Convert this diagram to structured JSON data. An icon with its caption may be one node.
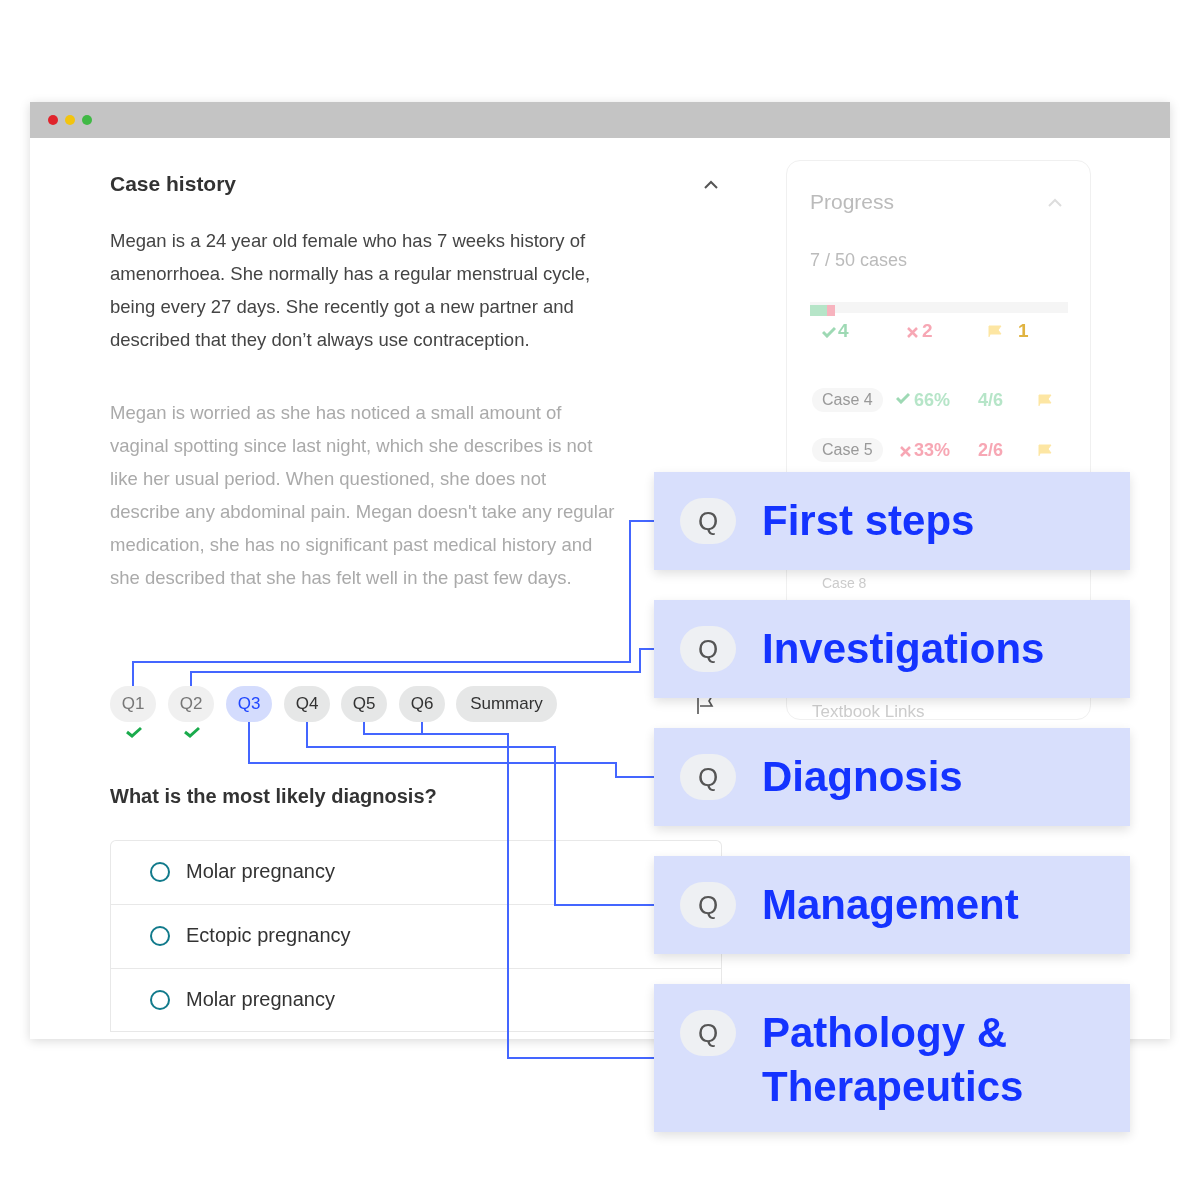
{
  "diagram": {
    "nodes": [
      {
        "text": [
          "Q1"
        ]
      },
      {
        "text": [
          "Q2"
        ]
      },
      {
        "text": [
          "Q3"
        ]
      },
      {
        "text": [
          "Q4"
        ]
      },
      {
        "text": [
          "Q5"
        ]
      },
      {
        "text": [
          "Q6"
        ]
      },
      {
        "text": [
          "Summary"
        ]
      },
      {
        "text": [
          "Q",
          "First steps"
        ]
      },
      {
        "text": [
          "Q",
          "Investigations"
        ]
      },
      {
        "text": [
          "Q",
          "Diagnosis"
        ]
      },
      {
        "text": [
          "Q",
          "Management"
        ]
      },
      {
        "text": [
          "Q",
          "Pathology & Therapeutics"
        ]
      }
    ],
    "edges": [
      {
        "from": 0,
        "to": 7,
        "arrow": "none"
      },
      {
        "from": 1,
        "to": 8,
        "arrow": "none"
      },
      {
        "from": 2,
        "to": 9,
        "arrow": "none"
      },
      {
        "from": 3,
        "to": 10,
        "arrow": "none"
      },
      {
        "from": 4,
        "to": 11,
        "arrow": "none"
      },
      {
        "from": 5,
        "to": 11,
        "arrow": "none"
      }
    ],
    "labels": [
      "Case history",
      "Megan is a 24 year old female who has 7 weeks history of amenorrhoea. She normally has a regular menstrual cycle, being every 27 days. She recently got a new partner and described that they don’t always use contraception.",
      "Megan is worried as she has noticed a small amount of vaginal spotting since last night, which she describes is not like her usual period. When questioned, she does not describe any abdominal pain. Megan doesn't take any regular medication, she has no significant past medical history and she described that she has felt well in the past few days.",
      "Progress",
      "7 / 50 cases",
      "4",
      "2",
      "1",
      "Case 4",
      "66%",
      "4/6",
      "Case 5",
      "33%",
      "2/6",
      "Case 8",
      "Textbook Links",
      "What is the most likely diagnosis?",
      "Molar pregnancy",
      "Ectopic pregnancy",
      "Molar pregnancy"
    ]
  }
}
